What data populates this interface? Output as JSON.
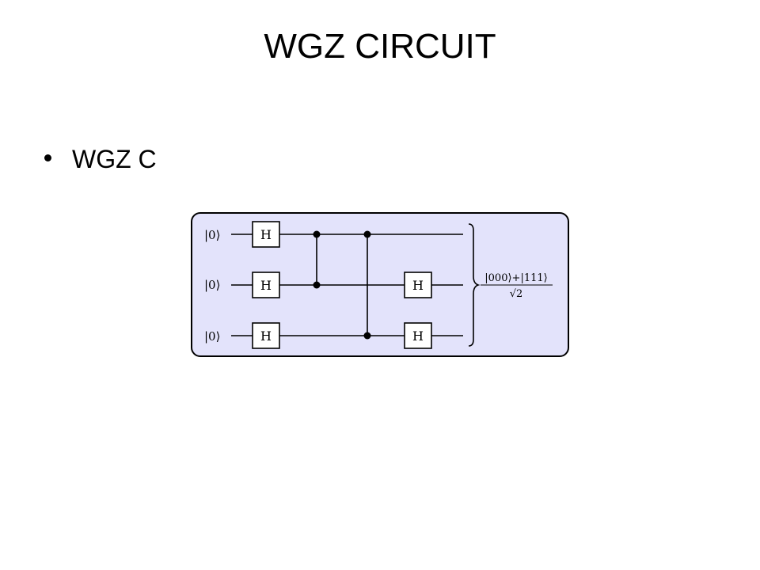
{
  "slide": {
    "title": "WGZ CIRCUIT",
    "bullets": [
      "WGZ C"
    ]
  },
  "circuit": {
    "inputs": [
      "|0⟩",
      "|0⟩",
      "|0⟩"
    ],
    "gate_label": "H",
    "output_state": {
      "numerator": "|000⟩+|111⟩",
      "denominator": "√2"
    },
    "colors": {
      "panel_fill": "#e3e3fb",
      "wire": "#000000"
    }
  }
}
